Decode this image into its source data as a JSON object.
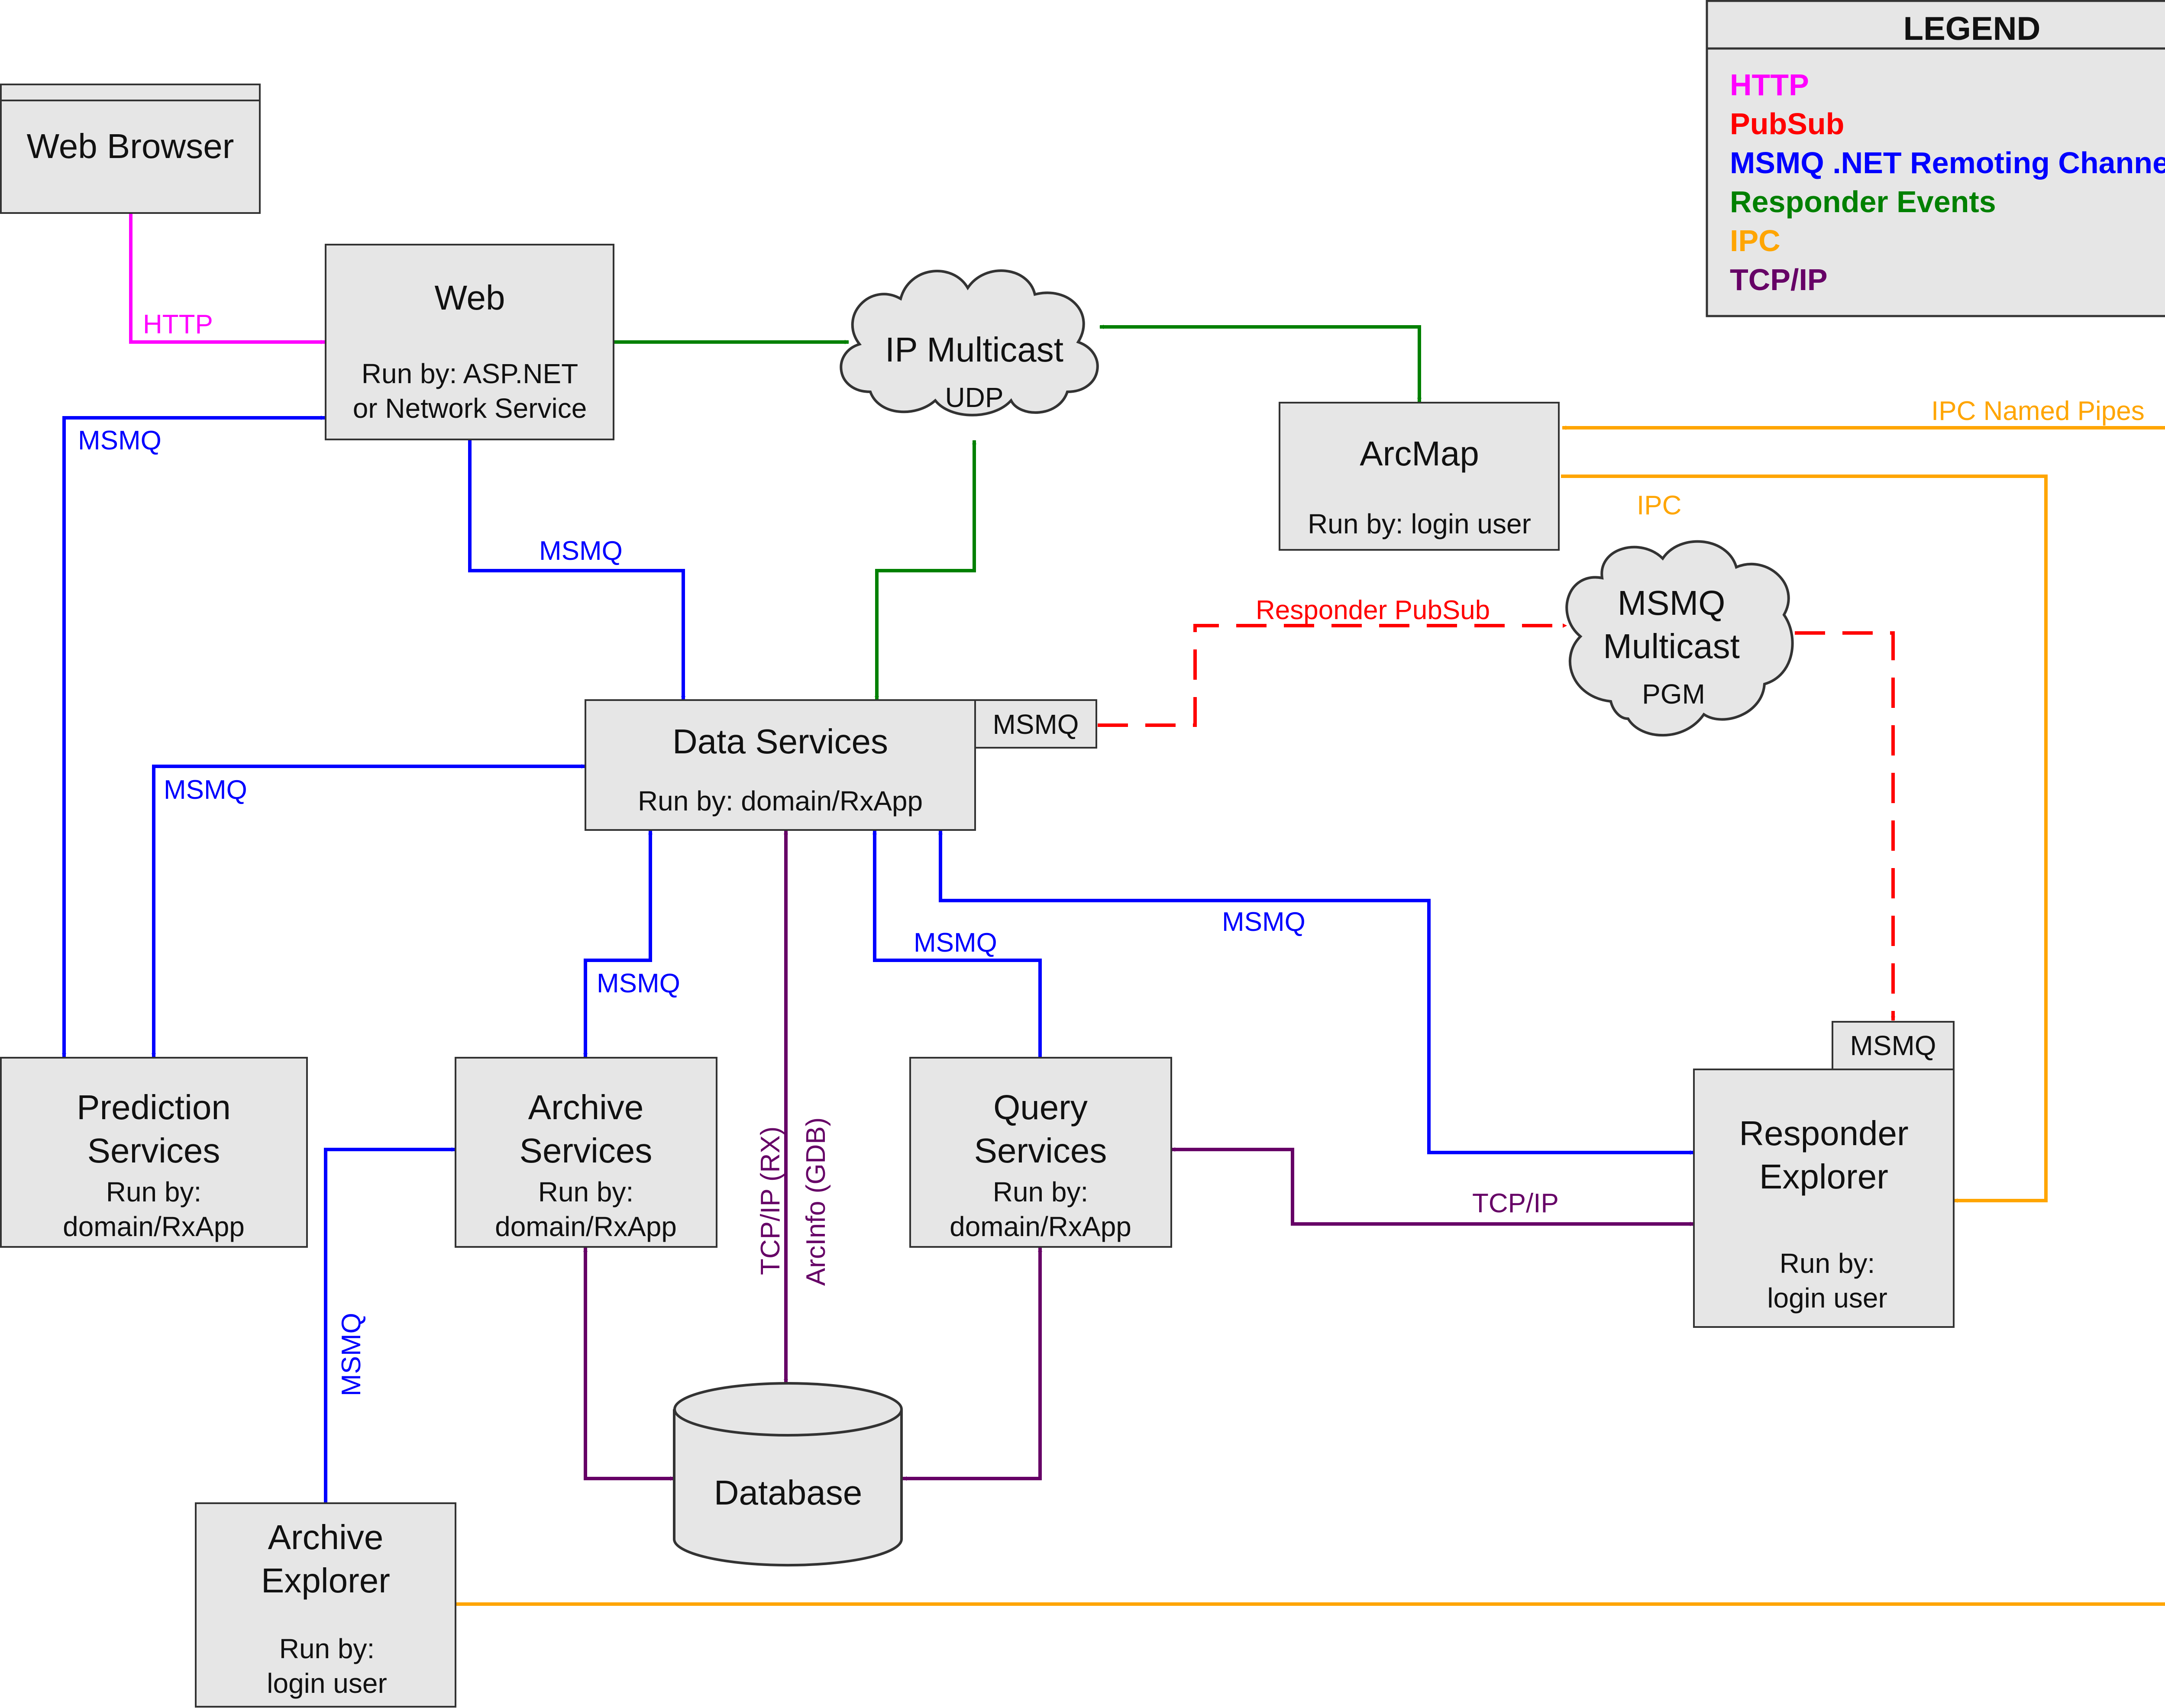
{
  "colors": {
    "http": "#ff00ff",
    "pubsub": "#ff0000",
    "msmq": "#0000ff",
    "responder": "#008000",
    "ipc": "#ffa500",
    "tcpip": "#660066",
    "box_fill": "#e6e6e6",
    "box_stroke": "#333333"
  },
  "legend": {
    "title": "LEGEND",
    "items": [
      {
        "label": "HTTP",
        "color": "#ff00ff"
      },
      {
        "label": "PubSub",
        "color": "#ff0000"
      },
      {
        "label": "MSMQ .NET Remoting Channel",
        "color": "#0000ff"
      },
      {
        "label": "Responder Events",
        "color": "#008000"
      },
      {
        "label": "IPC",
        "color": "#ffa500"
      },
      {
        "label": "TCP/IP",
        "color": "#660066"
      }
    ]
  },
  "nodes": {
    "web_browser": {
      "title": "Web Browser"
    },
    "web": {
      "title": "Web",
      "sub1": "Run by: ASP.NET",
      "sub2": "or Network Service"
    },
    "ip_multicast": {
      "title": "IP Multicast",
      "sub": "UDP"
    },
    "arcmap": {
      "title": "ArcMap",
      "sub": "Run by: login user"
    },
    "msmq_multicast": {
      "title1": "MSMQ",
      "title2": "Multicast",
      "sub": "PGM"
    },
    "data_services": {
      "title": "Data Services",
      "sub": "Run by: domain/RxApp",
      "tag": "MSMQ"
    },
    "prediction_services": {
      "title1": "Prediction",
      "title2": "Services",
      "sub1": "Run by:",
      "sub2": "domain/RxApp"
    },
    "archive_services": {
      "title1": "Archive",
      "title2": "Services",
      "sub1": "Run by:",
      "sub2": "domain/RxApp"
    },
    "query_services": {
      "title1": "Query",
      "title2": "Services",
      "sub1": "Run by:",
      "sub2": "domain/RxApp"
    },
    "responder_explorer": {
      "title1": "Responder",
      "title2": "Explorer",
      "sub1": "Run by:",
      "sub2": "login user",
      "tag": "MSMQ"
    },
    "database": {
      "title": "Database"
    },
    "archive_explorer": {
      "title1": "Archive",
      "title2": "Explorer",
      "sub1": "Run by:",
      "sub2": "login user"
    }
  },
  "edge_labels": {
    "http": "HTTP",
    "msmq_web_prediction": "MSMQ",
    "msmq_web_data": "MSMQ",
    "msmq_data_prediction": "MSMQ",
    "msmq_data_archive": "MSMQ",
    "msmq_query_data": "MSMQ",
    "msmq_data_responder": "MSMQ",
    "msmq_archive_explorer": "MSMQ",
    "tcpip_rx": "TCP/IP (RX)",
    "arcinfo_gdb": "ArcInfo (GDB)",
    "tcpip_query_responder": "TCP/IP",
    "responder_pubsub": "Responder PubSub",
    "ipc_named_pipes": "IPC Named Pipes",
    "ipc": "IPC"
  }
}
